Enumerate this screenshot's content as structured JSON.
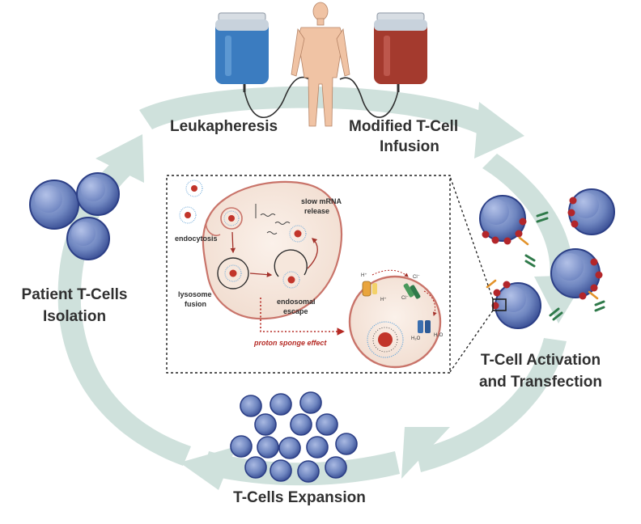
{
  "stages": {
    "leukapheresis": "Leukapheresis",
    "infusion_line1": "Modified T-Cell",
    "infusion_line2": "Infusion",
    "isolation_line1": "Patient T-Cells",
    "isolation_line2": "Isolation",
    "activation_line1": "T-Cell Activation",
    "activation_line2": "and Transfection",
    "expansion": "T-Cells Expansion"
  },
  "inset": {
    "endocytosis": "endocytosis",
    "slow_release_line1": "slow mRNA",
    "slow_release_line2": "release",
    "lysosome_line1": "lysosome",
    "lysosome_line2": "fusion",
    "escape_line1": "endosomal",
    "escape_line2": "escape",
    "proton_sponge": "proton sponge effect",
    "chem_h": "H⁺",
    "chem_cl": "Cl⁻",
    "chem_water": "H₂O"
  },
  "colors": {
    "ring": "#cfe1dc",
    "cell_fill": "#6f86c0",
    "cell_inner": "#8ea3d4",
    "cell_rim": "#2c3f86",
    "leuk_bag": "#3b7cc0",
    "infusion_bag": "#a43a2e",
    "human_skin": "#f0c3a4",
    "endosome": "#f6e7dc",
    "endosome_rim": "#c9746a",
    "nanoparticle": "#c2352a",
    "accent_red": "#b52a24"
  },
  "icons": [
    "leukapheresis-bag-icon",
    "human-figure-icon",
    "infusion-bag-icon",
    "t-cell-icon",
    "antibody-icon",
    "nanoparticle-icon",
    "magnifier-box-icon"
  ]
}
